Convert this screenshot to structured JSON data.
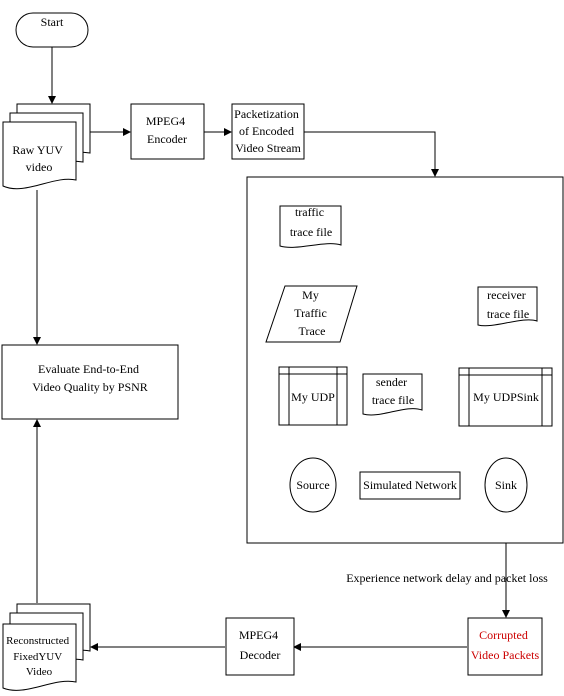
{
  "nodes": {
    "start": "Start",
    "raw_yuv": [
      "Raw YUV",
      "video"
    ],
    "mpeg4_encoder": [
      "MPEG4",
      "Encoder"
    ],
    "packetization": [
      "Packetization",
      "of Encoded",
      "Video Stream"
    ],
    "traffic_trace_file": [
      "traffic",
      "trace file"
    ],
    "my_traffic_trace": [
      "My",
      "Traffic",
      "Trace"
    ],
    "my_udp": "My UDP",
    "sender_trace_file": [
      "sender",
      "trace file"
    ],
    "receiver_trace_file": [
      "receiver",
      "trace file"
    ],
    "my_udpsink": "My UDPSink",
    "source": "Source",
    "simulated_network": "Simulated Network",
    "sink": "Sink",
    "evaluate": [
      "Evaluate End-to-End",
      "Video Quality by PSNR"
    ],
    "network_label": "Experience network delay and packet loss",
    "corrupted": [
      "Corrupted",
      "Video Packets"
    ],
    "mpeg4_decoder": [
      "MPEG4",
      "Decoder"
    ],
    "reconstructed": [
      "Reconstructed",
      "FixedYUV",
      "Video"
    ]
  },
  "colors": {
    "line": "#000000",
    "highlight_text": "#cc0000",
    "background": "#ffffff"
  }
}
